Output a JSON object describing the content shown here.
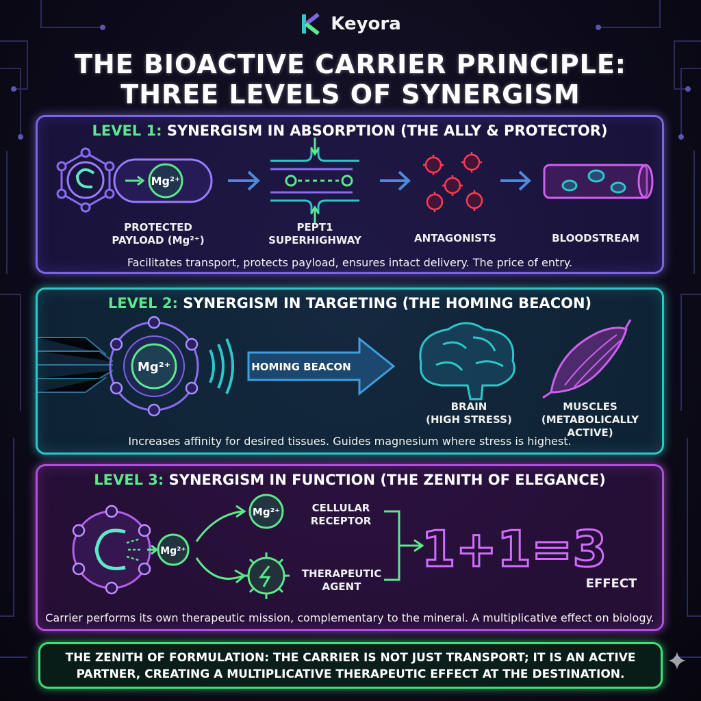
{
  "brand": {
    "name": "Keyora"
  },
  "title": {
    "line1": "THE BIOACTIVE CARRIER PRINCIPLE:",
    "line2": "THREE LEVELS OF SYNERGISM"
  },
  "level1": {
    "level": "LEVEL 1:",
    "heading": "SYNERGISM IN ABSORPTION (THE ALLY & PROTECTOR)",
    "mg": "Mg²⁺",
    "labels": {
      "payload_1": "PROTECTED",
      "payload_2": "PAYLOAD (Mg²⁺)",
      "pept_1": "PEPT1",
      "pept_2": "SUPERHIGHWAY",
      "antagonists": "ANTAGONISTS",
      "bloodstream": "BLOODSTREAM"
    },
    "description": "Facilitates transport, protects payload, ensures intact delivery. The price of entry."
  },
  "level2": {
    "level": "LEVEL 2:",
    "heading": "SYNERGISM IN TARGETING (THE HOMING BEACON)",
    "mg": "Mg²⁺",
    "beacon": "HOMING BEACON",
    "labels": {
      "brain_1": "BRAIN",
      "brain_2": "(HIGH STRESS)",
      "muscles_1": "MUSCLES",
      "muscles_2": "(METABOLICALLY ACTIVE)"
    },
    "description": "Increases affinity for desired tissues. Guides magnesium where stress is highest."
  },
  "level3": {
    "level": "LEVEL 3:",
    "heading": "SYNERGISM IN FUNCTION (THE ZENITH OF ELEGANCE)",
    "mg_left": "Mg²⁺",
    "mg_top": "Mg²⁺",
    "labels": {
      "receptor_1": "CELLULAR",
      "receptor_2": "RECEPTOR",
      "agent_1": "THERAPEUTIC",
      "agent_2": "AGENT",
      "equation": "1+1=3",
      "effect": "EFFECT"
    },
    "description": "Carrier performs its own therapeutic mission, complementary to the mineral. A multiplicative effect on biology."
  },
  "conclusion": {
    "line1": "THE ZENITH OF FORMULATION: THE CARRIER IS NOT JUST TRANSPORT; IT IS AN ACTIVE",
    "line2": "PARTNER, CREATING A MULTIPLICATIVE THERAPEUTIC EFFECT AT THE DESTINATION."
  },
  "colors": {
    "green": "#5ee88c",
    "purple": "#7a66e0",
    "cyan": "#2ec7c9",
    "magenta": "#b050d8"
  }
}
